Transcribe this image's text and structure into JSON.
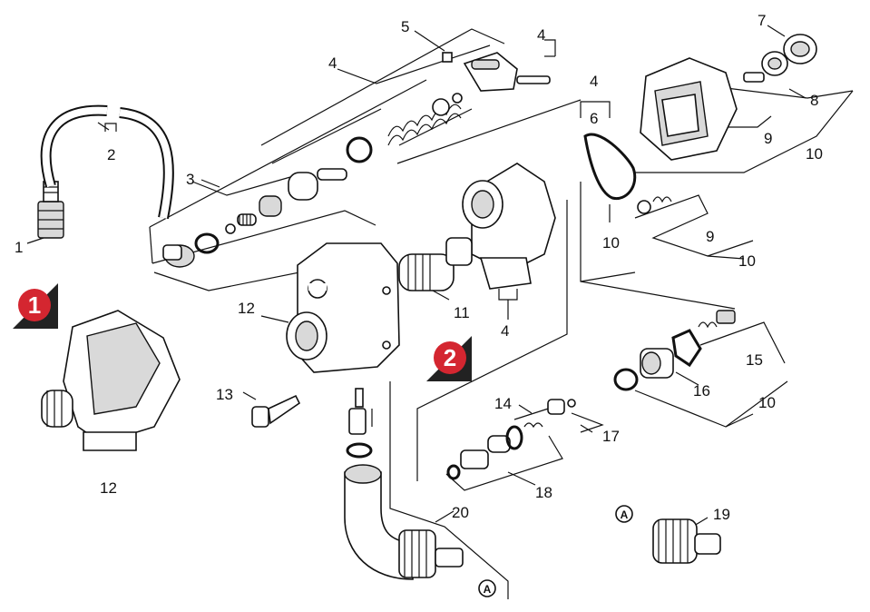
{
  "labels": {
    "l1": "1",
    "l2": "2",
    "l3": "3",
    "l4a": "4",
    "l4b": "4",
    "l4c": "4",
    "l4d": "4",
    "l5": "5",
    "l6": "6",
    "l7": "7",
    "l8": "8",
    "l9a": "9",
    "l9b": "9",
    "l10a": "10",
    "l10b": "10",
    "l10c": "10",
    "l10d": "10",
    "l11": "11",
    "l12a": "12",
    "l12b": "12",
    "l13": "13",
    "l14": "14",
    "l15": "15",
    "l16": "16",
    "l17": "17",
    "l18": "18",
    "l19": "19",
    "l20": "20"
  },
  "badges": {
    "b1": "1",
    "b2": "2"
  },
  "refs": {
    "a1": "A",
    "a2": "A"
  },
  "colors": {
    "badge": "#d42630",
    "badge_shadow": "#222222",
    "line": "#111111"
  }
}
